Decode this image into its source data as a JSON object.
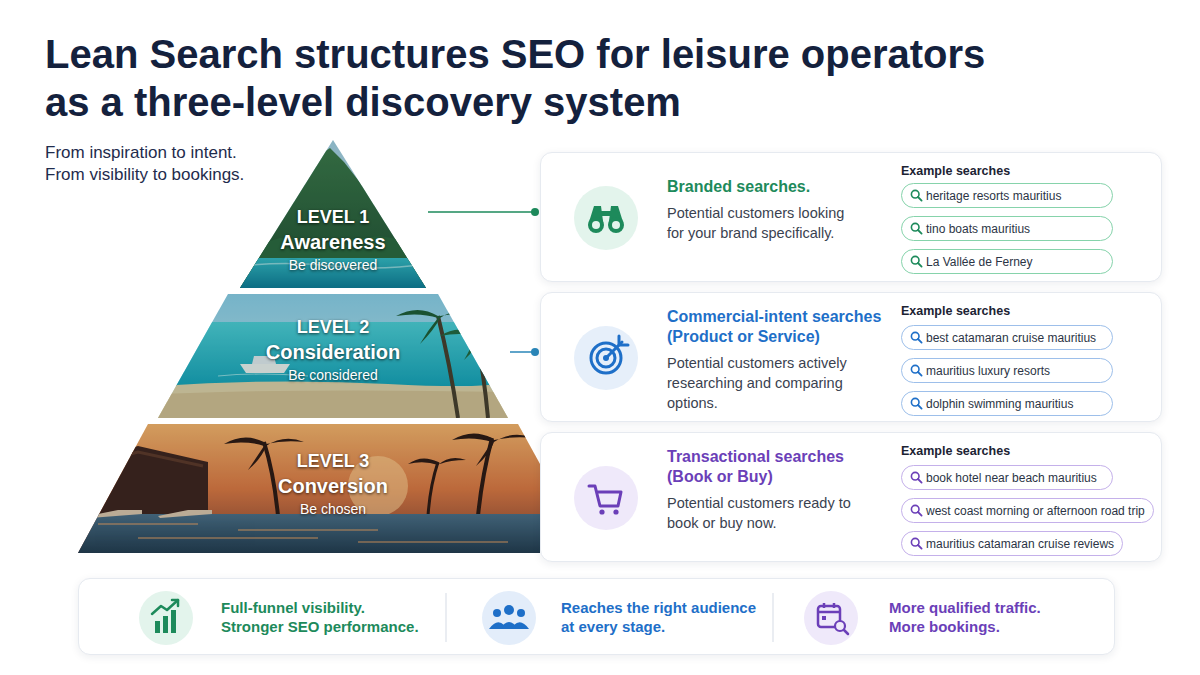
{
  "diagram": {
    "title": "Lean Search structures SEO for leisure operators as a three-level discovery system",
    "nodes": [
      {
        "text": [
          "LEVEL 1",
          "Awareness",
          "Be discovered"
        ]
      },
      {
        "text": [
          "LEVEL 2",
          "Consideration",
          "Be considered"
        ]
      },
      {
        "text": [
          "LEVEL 3",
          "Conversion",
          "Be chosen"
        ]
      },
      {
        "text": [
          "Branded searches.",
          "Potential customers looking for your brand specifically.",
          "Example searches"
        ]
      },
      {
        "text": [
          "heritage resorts mauritius"
        ],
        "in": 3
      },
      {
        "text": [
          "tino boats mauritius"
        ],
        "in": 3
      },
      {
        "text": [
          "La Vallée de Ferney"
        ],
        "in": 3
      },
      {
        "text": [
          "Commercial-intent searches (Product or Service)",
          "Potential customers actively researching and comparing options.",
          "Example searches"
        ]
      },
      {
        "text": [
          "best catamaran cruise mauritius"
        ],
        "in": 7
      },
      {
        "text": [
          "mauritius luxury resorts"
        ],
        "in": 7
      },
      {
        "text": [
          "dolphin swimming mauritius"
        ],
        "in": 7
      },
      {
        "text": [
          "Transactional searches (Book or Buy)",
          "Potential customers ready to book or buy now.",
          "Example searches"
        ]
      },
      {
        "text": [
          "book hotel near beach mauritius"
        ],
        "in": 11
      },
      {
        "text": [
          "west coast morning or afternoon road trip"
        ],
        "in": 11
      },
      {
        "text": [
          "mauritius catamaran cruise reviews"
        ],
        "in": 11
      },
      {
        "text": [
          "Full-funnel visibility. Stronger SEO performance.",
          "Reaches the right audience at every stage.",
          "More qualified traffic. More bookings."
        ]
      }
    ],
    "edges": [
      {
        "from": 0,
        "to": 3,
        "arrow": "none"
      },
      {
        "from": 1,
        "to": 7,
        "arrow": "none"
      }
    ],
    "labels": [
      "From inspiration to intent. From visibility to bookings."
    ]
  }
}
